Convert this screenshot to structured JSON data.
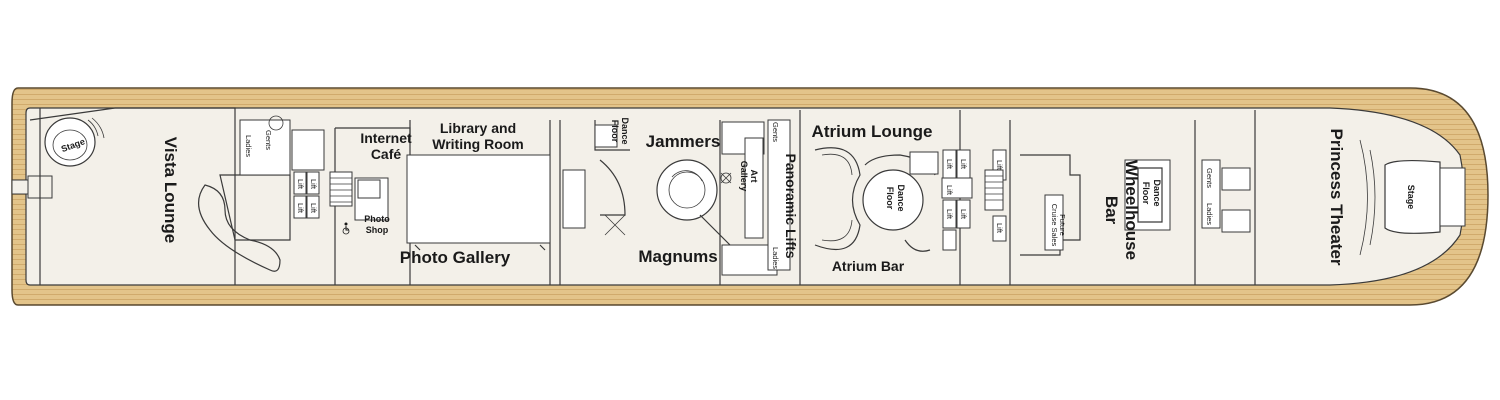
{
  "venues": {
    "vista_lounge": "Vista Lounge",
    "vista_stage": "Stage",
    "internet_cafe_1": "Internet",
    "internet_cafe_2": "Café",
    "library_1": "Library and",
    "library_2": "Writing Room",
    "photo_gallery": "Photo Gallery",
    "photo_shop_1": "Photo",
    "photo_shop_2": "Shop",
    "jammers": "Jammers",
    "dance_floor_a_1": "Dance",
    "dance_floor_a_2": "Floor",
    "magnums": "Magnums",
    "art_gallery_1": "Art",
    "art_gallery_2": "Gallery",
    "panoramic_lifts": "Panoramic Lifts",
    "atrium_lounge": "Atrium Lounge",
    "atrium_bar": "Atrium Bar",
    "dance_floor_b_1": "Dance",
    "dance_floor_b_2": "Floor",
    "future_cruise_sales_1": "Future",
    "future_cruise_sales_2": "Cruise Sales",
    "wheelhouse_1": "Wheelhouse",
    "wheelhouse_2": "Bar",
    "dance_floor_c_1": "Dance",
    "dance_floor_c_2": "Floor",
    "princess_theater": "Princess Theater",
    "theater_stage": "Stage"
  },
  "facilities": {
    "lift": "Lift",
    "gents": "Gents",
    "ladies": "Ladies"
  },
  "colors": {
    "deck_wood": "#e3c48a",
    "deck_wood_line": "#c9a163",
    "hull_outline": "#5a4a30",
    "interior": "#f3f0e9",
    "walls": "#3a3a3a"
  },
  "icons": {
    "accessible": "wheelchair-icon"
  }
}
